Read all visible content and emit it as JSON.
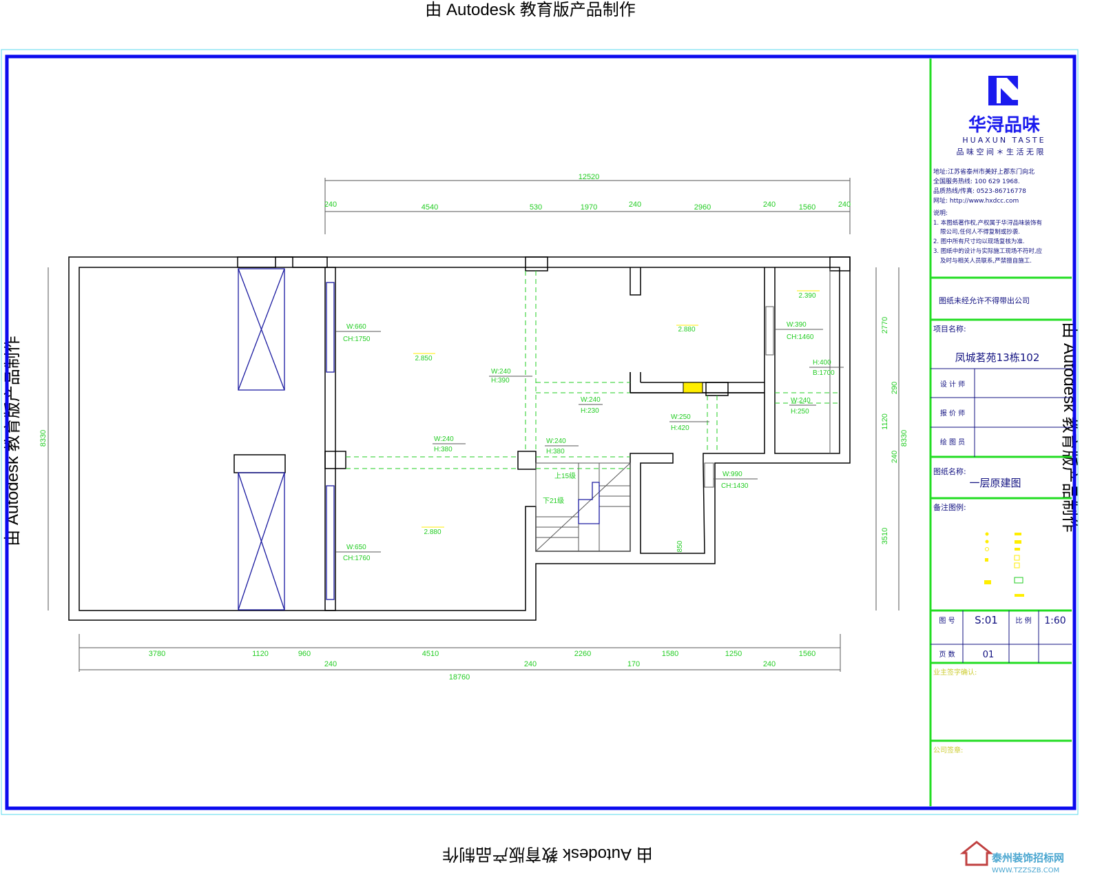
{
  "watermark": {
    "text_top": "由 Autodesk 教育版产品制作",
    "text_bottom": "由 Autodesk 教育版产品制作",
    "text_left": "由 Autodesk 教育版产品制作",
    "text_right": "由 Autodesk 教育版产品制作"
  },
  "colors": {
    "frame": "#0a0aee",
    "titleblock_line": "#22dd22",
    "dimension": "#22cc22",
    "wall": "#000000",
    "closet": "#1a1aa0",
    "marker": "#ffee00"
  },
  "dimensions": {
    "top_total": "12520",
    "top": [
      "240",
      "4540",
      "530",
      "1970",
      "240",
      "2960",
      "240",
      "1560",
      "240"
    ],
    "bottom": [
      "3780",
      "1120",
      "960",
      "4510",
      "2260",
      "1580",
      "1250",
      "1560"
    ],
    "bottom_small": [
      "240",
      "240",
      "170",
      "240"
    ],
    "bottom_total": "18760",
    "left_total": "8330",
    "right": [
      "2770",
      "290",
      "1120",
      "240",
      "3510"
    ],
    "right_total": "8330"
  },
  "annotations": {
    "elev_living": "2.850",
    "elev_south": "2.880",
    "elev_kitchen": "2.880",
    "elev_bath": "2.390",
    "win1_w": "W:660",
    "win1_ch": "CH:1750",
    "win2_w": "W:650",
    "win2_ch": "CH:1760",
    "beam1_w": "W:240",
    "beam1_h": "H:390",
    "beam2_w": "W:240",
    "beam2_h": "H:230",
    "beam3_w": "W:250",
    "beam3_h": "H:420",
    "beam4_w": "W:240",
    "beam4_h": "H:380",
    "beam5_w": "W:240",
    "beam5_h": "H:380",
    "win3_w": "W:390",
    "win3_ch": "CH:1460",
    "win4_h": "H:400",
    "win4_b": "B:1700",
    "beam6_w": "W:240",
    "beam6_h": "H:250",
    "win5_w": "W:990",
    "win5_ch": "CH:1430",
    "stair_up": "上15级",
    "stair_down": "下21级",
    "small_dim": "850"
  },
  "title_block": {
    "logo_name": "华浔品味",
    "logo_en": "HUAXUN TASTE",
    "slogan": "品 味 空 间  ＊  生 活 无 限",
    "address": "地址:江苏省泰州市美好上郡东门向北",
    "hotline": "全国服务热线: 100 629 1968.",
    "fax": "品质热线/传真: 0523-86716778",
    "website": "网址: http://www.hxdcc.com",
    "notes_label": "说明:",
    "note1a": "1. 本图纸著作权,产权属于华浔品味装饰有",
    "note1b": "限公司,任何人不得复制或抄袭.",
    "note2": "2. 图中所有尺寸均以现场复核为准.",
    "note3a": "3. 图纸中的设计与实际施工现场不符时,应",
    "note3b": "及时与相关人员联系,严禁擅自施工.",
    "warning": "图纸未经允许不得带出公司",
    "project_label": "项目名称:",
    "project_name": "凤城茗苑13栋102",
    "designer_label": "设 计 师",
    "estimator_label": "报 价 师",
    "drafter_label": "绘 图 员",
    "drawing_name_label": "图纸名称:",
    "drawing_name": "一层原建图",
    "legend_label": "备注图例:",
    "drawing_no_label": "图  号",
    "drawing_no": "S:01",
    "scale_label": "比  例",
    "scale": "1:60",
    "page_label": "页  数",
    "page": "01",
    "client_sign_label": "业主签字确认:",
    "company_sign_label": "公司签章:"
  },
  "site_logo": {
    "name": "泰州装饰招标网",
    "url_text": "WWW.TZZSZB.COM"
  }
}
